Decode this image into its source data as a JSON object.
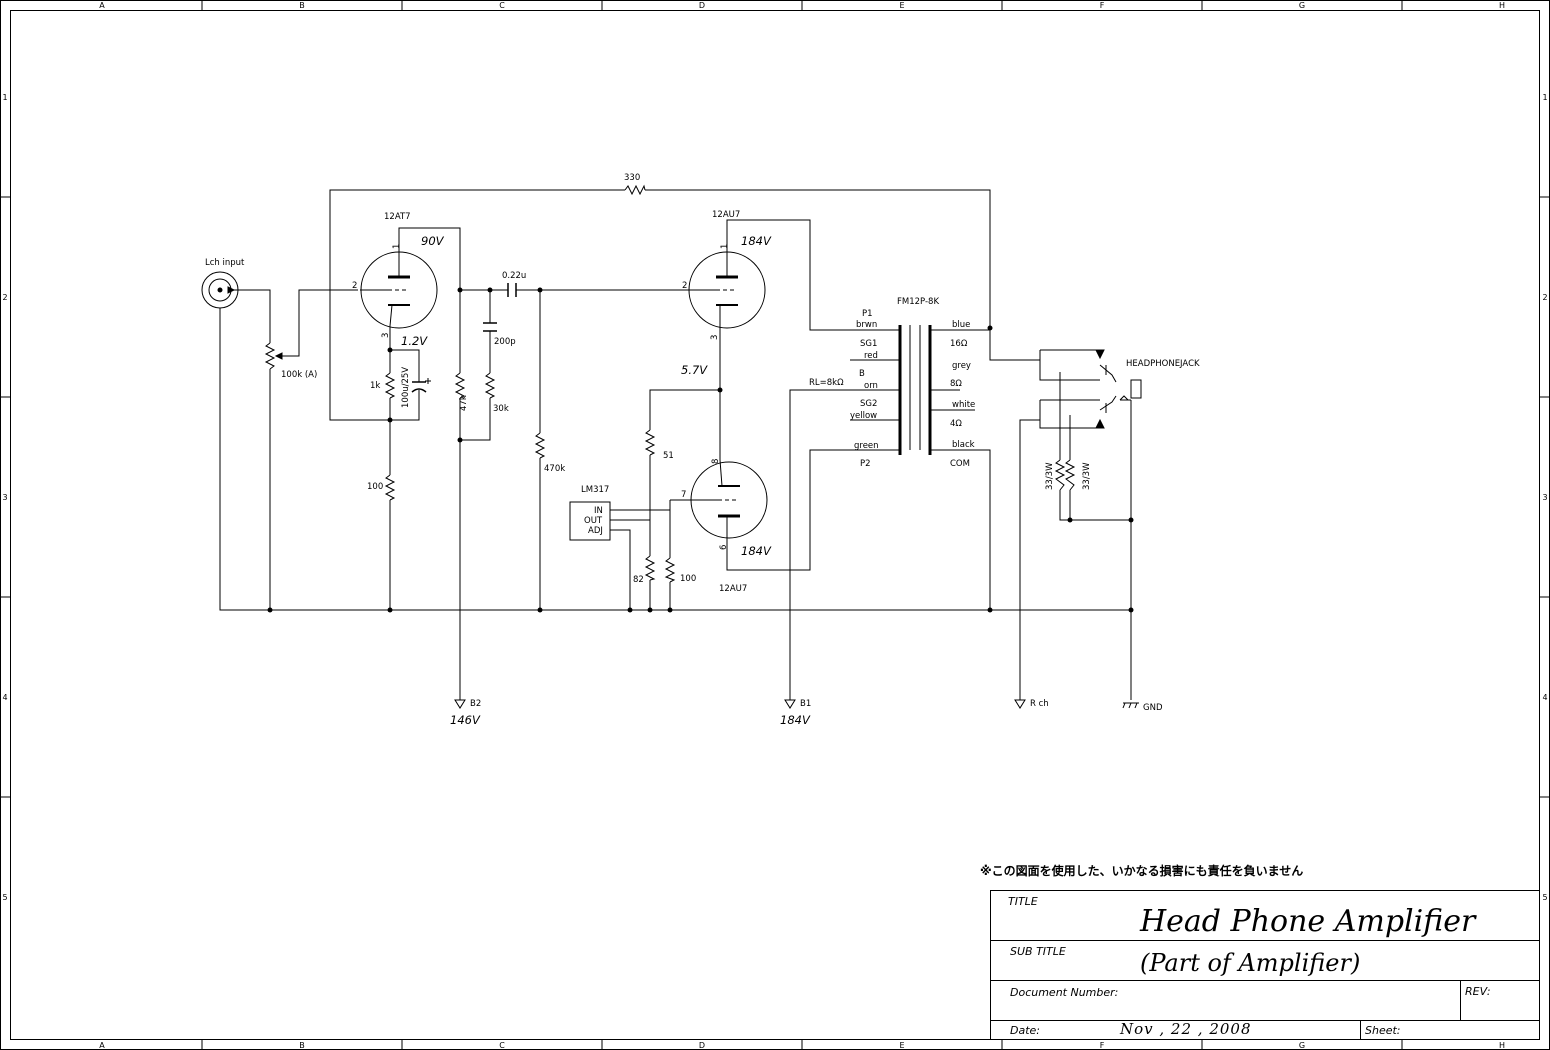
{
  "zones": {
    "columns": [
      "A",
      "B",
      "C",
      "D",
      "E",
      "F",
      "G",
      "H"
    ],
    "rows": [
      "1",
      "2",
      "3",
      "4",
      "5"
    ]
  },
  "title_block": {
    "title_label": "TITLE",
    "title": "Head Phone Amplifier",
    "subtitle_label": "SUB TITLE",
    "subtitle": "(Part of Amplifier)",
    "document_number_label": "Document Number:",
    "rev_label": "REV:",
    "date_label": "Date:",
    "date": "Nov , 22 , 2008",
    "sheet_label": "Sheet:"
  },
  "disclaimer": "※この図面を使用した、いかなる損害にも責任を負いません",
  "components": {
    "input_jack": "Lch input",
    "volume": "100k (A)",
    "tube1": "12AT7",
    "tube2_top": "12AU7",
    "tube2_bottom": "12AU7",
    "r_feedback": "330",
    "cap_coupling": "0.22u",
    "cap_200p": "200p",
    "r_1k": "1k",
    "cap_cathode": "100u/25V",
    "r_47k": "47k",
    "r_30k": "30k",
    "r_100_k1": "100",
    "r_470k": "470k",
    "r_51": "51",
    "r_82": "82",
    "r_100_adj": "100",
    "regulator": "LM317",
    "reg_in": "IN",
    "reg_out": "OUT",
    "reg_adj": "ADJ",
    "transformer": "FM12P-8K",
    "load": "RL=8kΩ",
    "headphone_jack": "HEADPHONEJACK",
    "r_33_1": "33/3W",
    "r_33_2": "33/3W"
  },
  "pins": {
    "t1_plate": "1",
    "t1_grid": "2",
    "t1_cathode": "3",
    "t2_plate": "1",
    "t2_grid": "2",
    "t2_cathode": "3",
    "t3_plate": "8",
    "t3_grid": "7",
    "t3_cathode": "6"
  },
  "voltages": {
    "t1_plate": "90V",
    "t1_cathode": "1.2V",
    "t2_plate": "184V",
    "t2_cathode": "5.7V",
    "t3_cathode": "184V",
    "b2": "146V",
    "b1": "184V"
  },
  "transformer_primary": [
    {
      "name": "P1",
      "color": "brwn"
    },
    {
      "name": "SG1",
      "color": "red"
    },
    {
      "name": "B",
      "color": "orn"
    },
    {
      "name": "SG2",
      "color": "yellow"
    },
    {
      "name": "green",
      "color": ""
    },
    {
      "name": "P2",
      "color": ""
    }
  ],
  "transformer_secondary": [
    {
      "color": "blue",
      "tap": "16Ω"
    },
    {
      "color": "grey",
      "tap": "8Ω"
    },
    {
      "color": "white",
      "tap": "4Ω"
    },
    {
      "color": "black",
      "tap": "COM"
    }
  ],
  "supplies": {
    "b2": "B2",
    "b1": "B1",
    "rch": "R ch",
    "gnd": "GND"
  }
}
